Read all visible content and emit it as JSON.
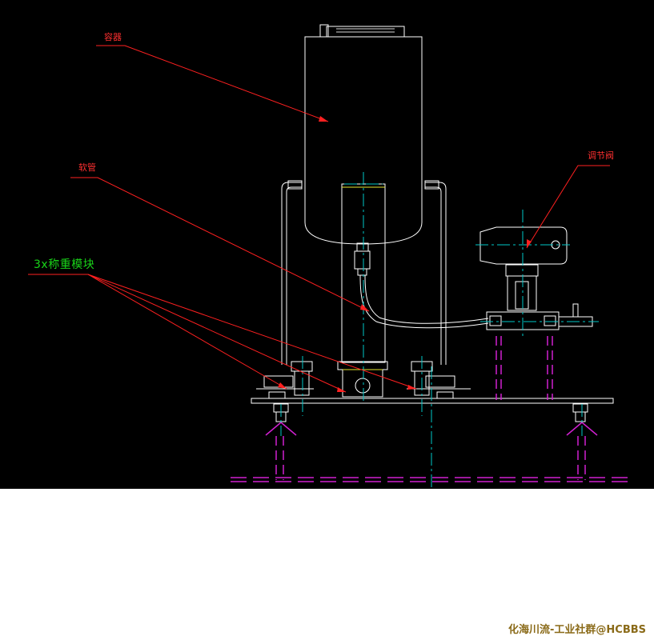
{
  "labels": {
    "container": "容器",
    "hose": "软管",
    "regulating_valve": "调节阀",
    "weighing_modules": "3x称重模块"
  },
  "watermark": "化海川流-工业社群@HCBBS",
  "colors": {
    "background": "#000000",
    "outline": "#ffffff",
    "centerline": "#00c8c8",
    "leader": "#ff2020",
    "label_green": "#19d419",
    "hidden_lines": "#d020d0",
    "highlight": "#e8e830"
  }
}
